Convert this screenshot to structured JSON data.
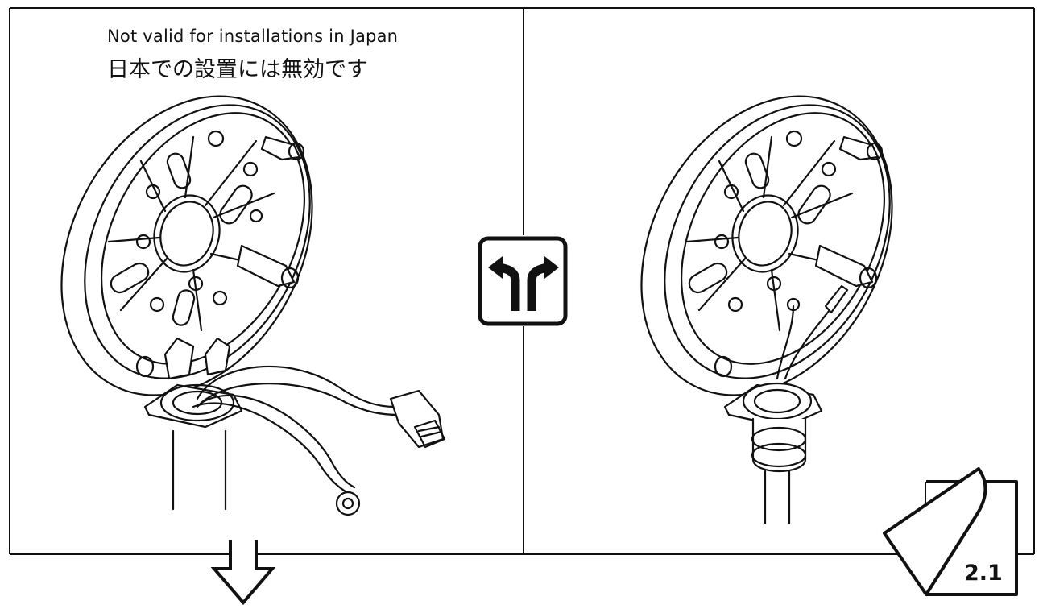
{
  "notice": {
    "english": "Not valid for installations in Japan",
    "japanese": "日本での設置には無効です"
  },
  "page_marker": {
    "label": "2.1"
  },
  "icons": {
    "decision": "branch-arrow-icon",
    "continue": "down-arrow-icon",
    "next_step": "page-turn-icon"
  },
  "colors": {
    "line": "#111111",
    "background": "#ffffff"
  }
}
